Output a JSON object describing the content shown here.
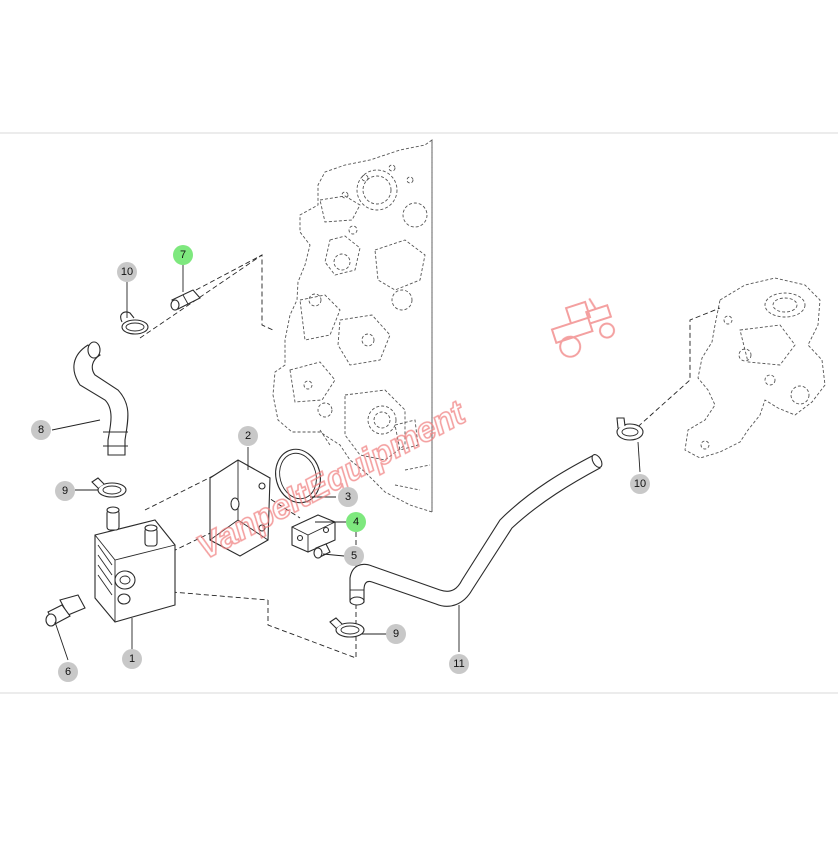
{
  "diagram": {
    "callouts": [
      {
        "id": "c1",
        "label": "1",
        "highlight": false
      },
      {
        "id": "c2",
        "label": "2",
        "highlight": false
      },
      {
        "id": "c3",
        "label": "3",
        "highlight": false
      },
      {
        "id": "c4",
        "label": "4",
        "highlight": true
      },
      {
        "id": "c5",
        "label": "5",
        "highlight": false
      },
      {
        "id": "c6",
        "label": "6",
        "highlight": false
      },
      {
        "id": "c7",
        "label": "7",
        "highlight": true
      },
      {
        "id": "c8",
        "label": "8",
        "highlight": false
      },
      {
        "id": "c9a",
        "label": "9",
        "highlight": false
      },
      {
        "id": "c9b",
        "label": "9",
        "highlight": false
      },
      {
        "id": "c10a",
        "label": "10",
        "highlight": false
      },
      {
        "id": "c10b",
        "label": "10",
        "highlight": false
      },
      {
        "id": "c11",
        "label": "11",
        "highlight": false
      }
    ],
    "colors": {
      "callout_fill": "#c8c8c8",
      "callout_highlight": "#7ee87e",
      "watermark": "#f08080"
    },
    "watermark": {
      "text": "VanpeltEquipment"
    }
  }
}
